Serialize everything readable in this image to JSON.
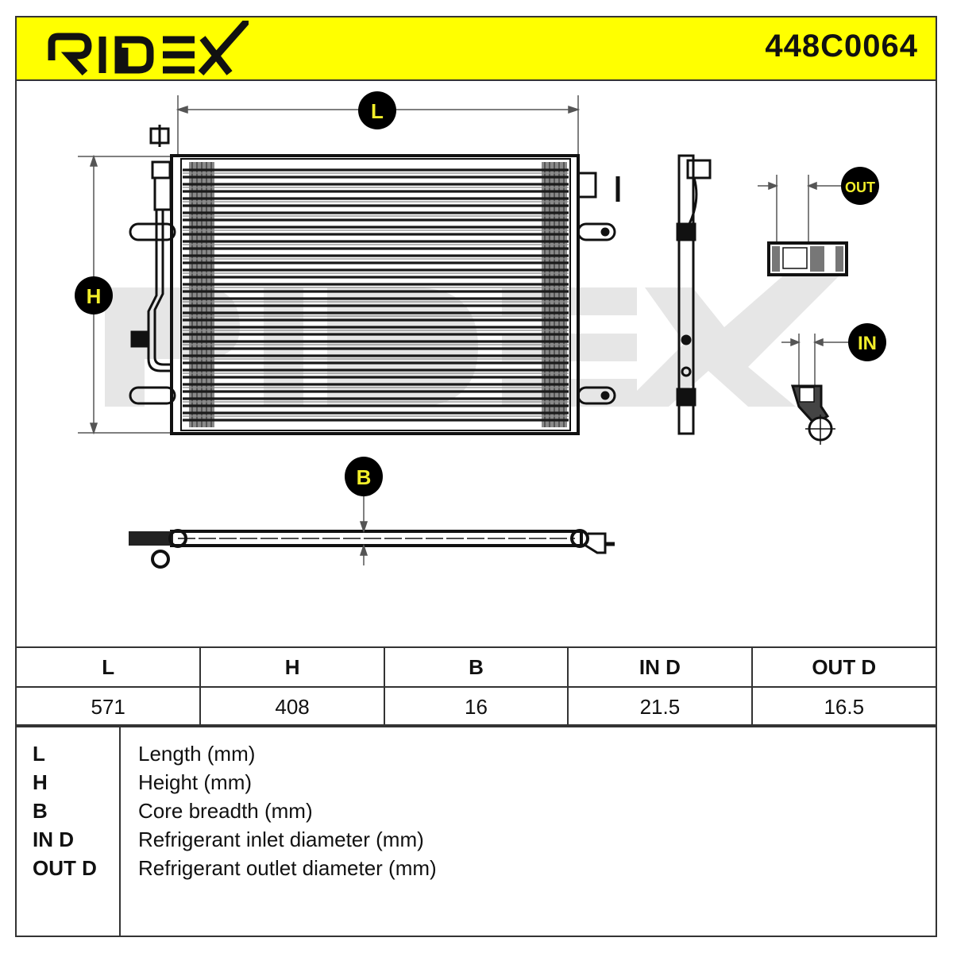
{
  "header": {
    "brand": "RIDEX",
    "part_number": "448C0064",
    "background_color": "#ffff00"
  },
  "drawing": {
    "watermark": "RIDEX",
    "callouts": {
      "length": "L",
      "height": "H",
      "breadth": "B",
      "outlet": "OUT",
      "inlet": "IN"
    },
    "callout_fill": "#000000",
    "callout_text_color": "#f2ee2a"
  },
  "specs": {
    "headers": [
      "L",
      "H",
      "B",
      "IN D",
      "OUT D"
    ],
    "values": [
      "571",
      "408",
      "16",
      "21.5",
      "16.5"
    ]
  },
  "legend": {
    "items": [
      {
        "key": "L",
        "desc": "Length (mm)"
      },
      {
        "key": "H",
        "desc": "Height (mm)"
      },
      {
        "key": "B",
        "desc": "Core breadth (mm)"
      },
      {
        "key": "IN D",
        "desc": "Refrigerant inlet diameter (mm)"
      },
      {
        "key": "OUT D",
        "desc": "Refrigerant outlet diameter (mm)"
      }
    ]
  }
}
